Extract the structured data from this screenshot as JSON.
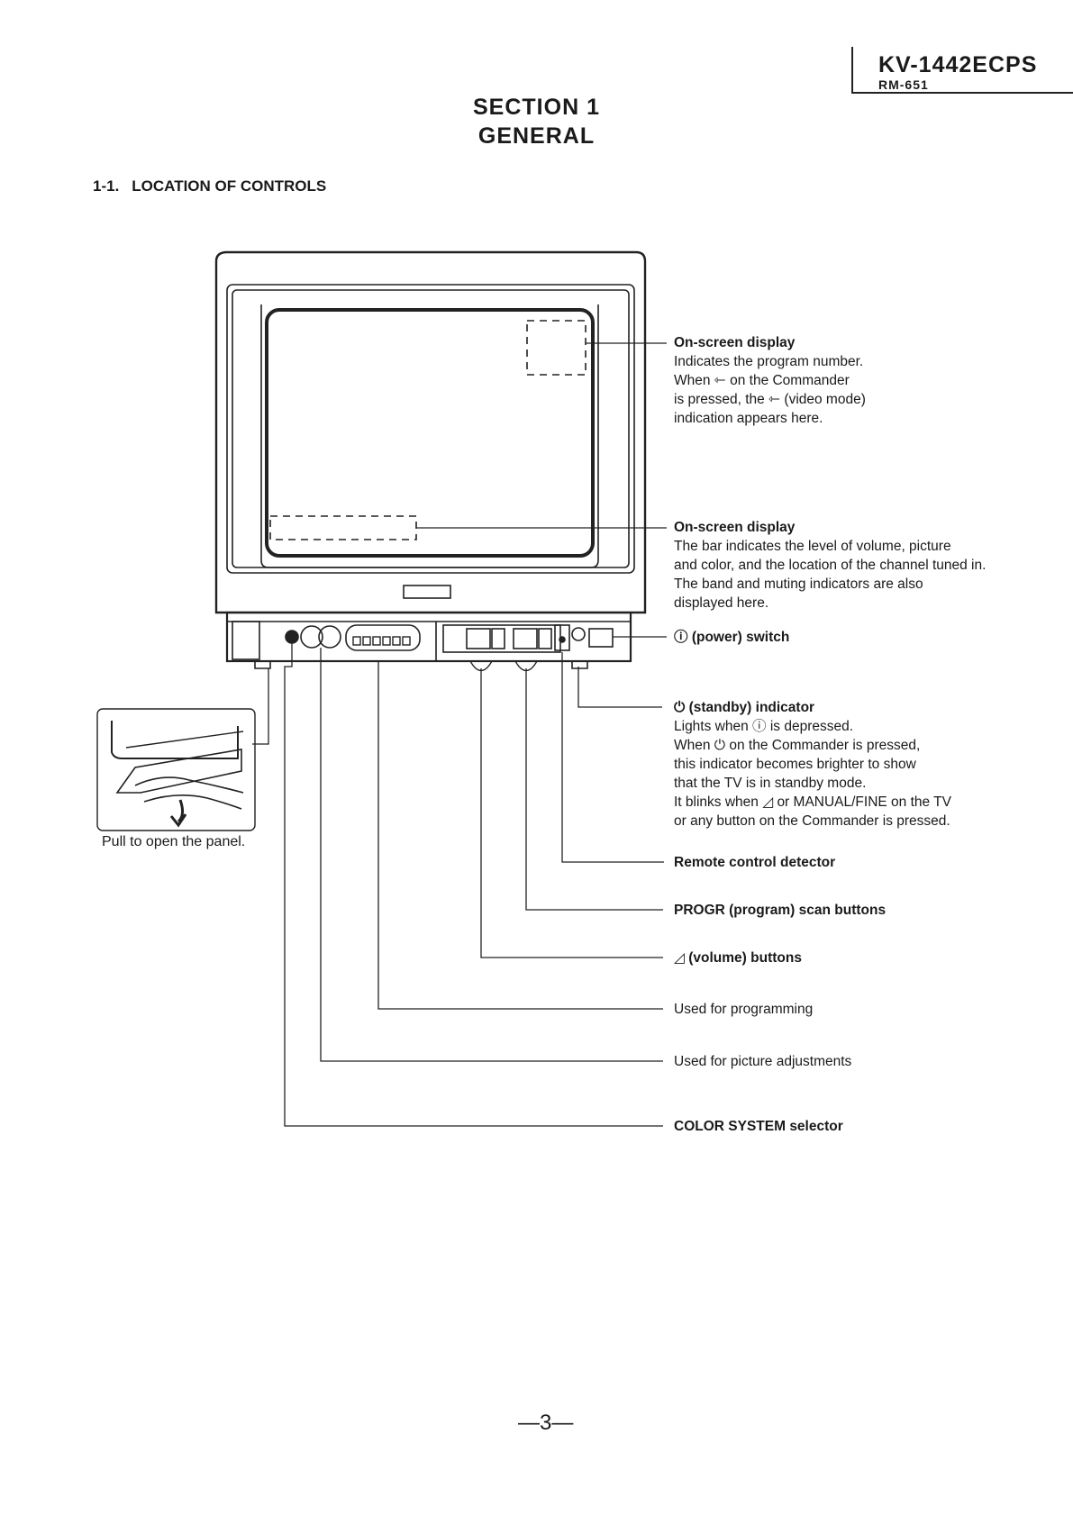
{
  "header": {
    "model": "KV-1442ECPS",
    "remote": "RM-651"
  },
  "section": {
    "line1": "SECTION 1",
    "line2": "GENERAL"
  },
  "subsection": {
    "number": "1-1.",
    "title": "LOCATION OF CONTROLS"
  },
  "callouts": [
    {
      "title": "On-screen display",
      "lines": [
        "Indicates the program number.",
        "When ⇽ on the Commander",
        "is pressed, the ⇽ (video mode)",
        "indication appears here."
      ]
    },
    {
      "title": "On-screen display",
      "lines": [
        "The bar indicates the level of volume, picture",
        "and color, and the location of the channel tuned in.",
        "The band and muting indicators are also",
        "displayed here."
      ]
    },
    {
      "title": "(power) switch",
      "icon": "power-icon",
      "lines": []
    },
    {
      "title": "(standby) indicator",
      "icon": "standby-icon",
      "lines": [
        "Lights when ⓘ is depressed.",
        "When ⏻ on the Commander is pressed,",
        "this indicator becomes brighter to show",
        "that the TV is in standby mode.",
        "It blinks when ◿ or MANUAL/FINE on the TV",
        "or any button on the Commander is pressed."
      ]
    },
    {
      "title": "Remote control detector",
      "lines": []
    },
    {
      "title": "PROGR (program) scan buttons",
      "lines": []
    },
    {
      "title": "(volume) buttons",
      "icon": "volume-icon",
      "lines": []
    },
    {
      "title": "Used for programming",
      "lines": []
    },
    {
      "title": "Used for picture adjustments",
      "lines": []
    },
    {
      "title": "COLOR SYSTEM selector",
      "lines": []
    }
  ],
  "inset_caption": "Pull to open the panel.",
  "page_number": "—3—"
}
